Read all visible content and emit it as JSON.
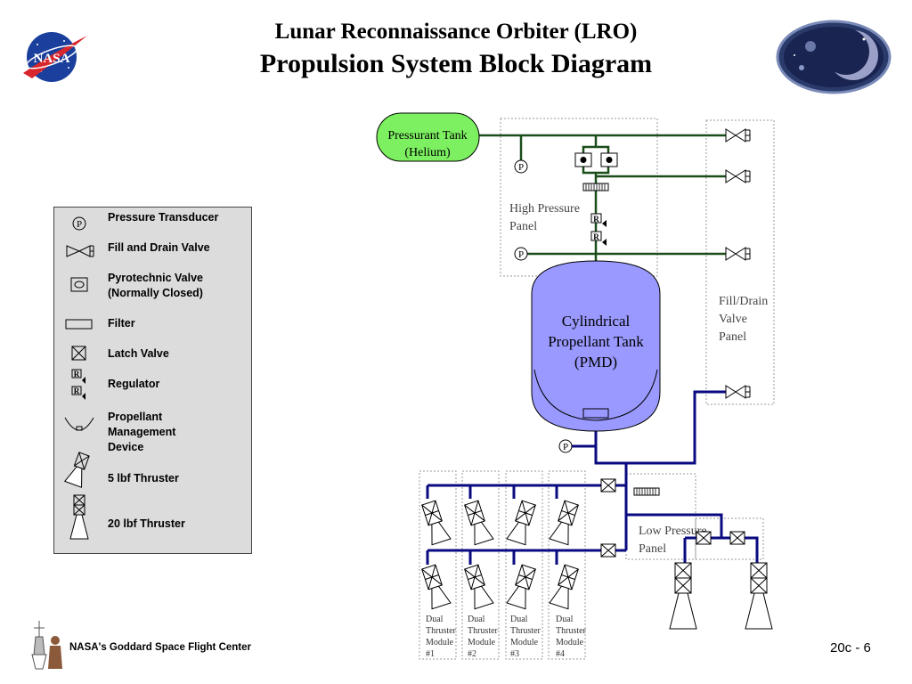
{
  "header": {
    "title_line1": "Lunar Reconnaissance Orbiter (LRO)",
    "title_line2": "Propulsion System Block Diagram",
    "left_logo": "nasa-meatball-logo",
    "right_logo": "lro-mission-logo"
  },
  "legend": {
    "items": [
      {
        "symbol": "pressure-transducer-symbol",
        "label": "Pressure Transducer"
      },
      {
        "symbol": "fill-drain-valve-symbol",
        "label": "Fill and Drain Valve"
      },
      {
        "symbol": "pyrotechnic-valve-symbol",
        "label": "Pyrotechnic Valve\n(Normally Closed)"
      },
      {
        "symbol": "filter-symbol",
        "label": "Filter"
      },
      {
        "symbol": "latch-valve-symbol",
        "label": "Latch Valve"
      },
      {
        "symbol": "regulator-symbol",
        "label": "Regulator"
      },
      {
        "symbol": "propellant-management-device-symbol",
        "label": "Propellant\nManagement\nDevice"
      },
      {
        "symbol": "thruster-5lbf-symbol",
        "label": "5 lbf Thruster"
      },
      {
        "symbol": "thruster-20lbf-symbol",
        "label": "20 lbf Thruster"
      }
    ]
  },
  "diagram": {
    "pressurant_tank": {
      "line1": "Pressurant Tank",
      "line2": "(Helium)",
      "color": "#7cf060"
    },
    "propellant_tank": {
      "line1": "Cylindrical",
      "line2": "Propellant Tank",
      "line3": "(PMD)",
      "color": "#9999ff"
    },
    "high_pressure_panel": {
      "line1": "High Pressure",
      "line2": "Panel"
    },
    "fill_drain_panel": {
      "line1": "Fill/Drain",
      "line2": "Valve",
      "line3": "Panel"
    },
    "low_pressure_panel": {
      "line1": "Low Pressure",
      "line2": "Panel"
    },
    "pressure_symbol": "P",
    "regulator_symbol": "R",
    "modules": [
      {
        "l1": "Dual",
        "l2": "Thruster",
        "l3": "Module",
        "l4": "#1"
      },
      {
        "l1": "Dual",
        "l2": "Thruster",
        "l3": "Module",
        "l4": "#2"
      },
      {
        "l1": "Dual",
        "l2": "Thruster",
        "l3": "Module",
        "l4": "#3"
      },
      {
        "l1": "Dual",
        "l2": "Thruster",
        "l3": "Module",
        "l4": "#4"
      }
    ],
    "line_colors": {
      "pressurant": "#1a4d1a",
      "propellant": "#0a0a80"
    }
  },
  "footer": {
    "center_name": "NASA's Goddard Space Flight Center",
    "page_number": "20c - 6"
  }
}
